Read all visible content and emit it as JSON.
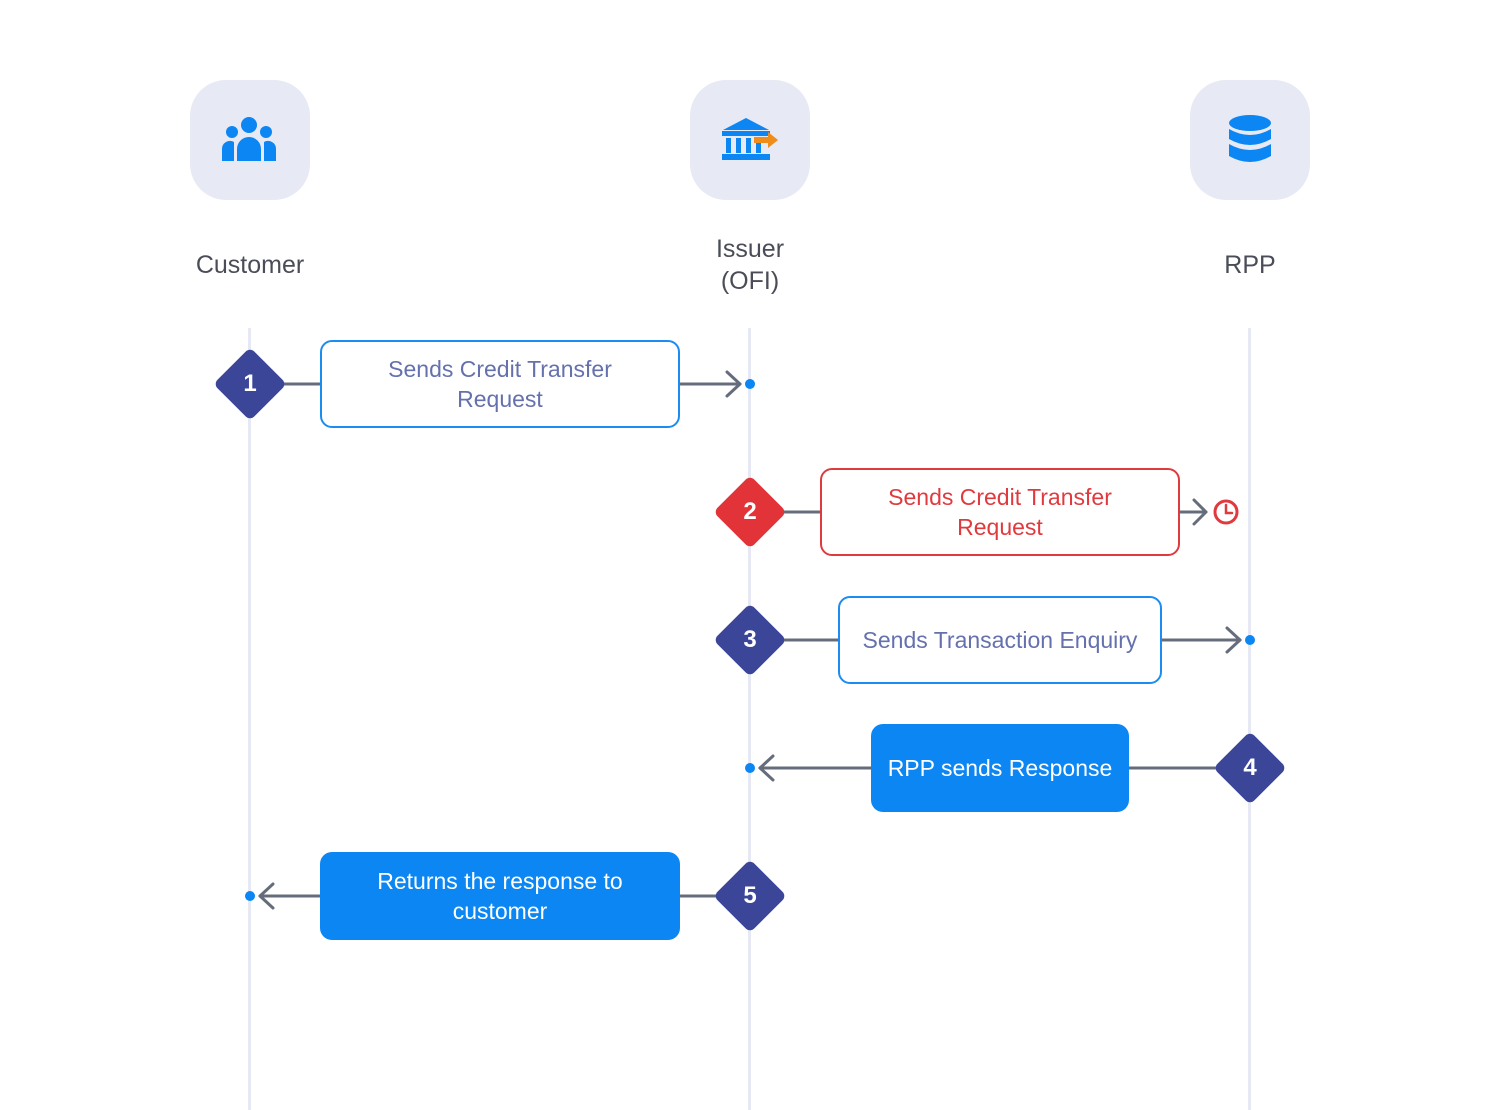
{
  "actors": {
    "customer": {
      "label": "Customer",
      "icon": "users-icon"
    },
    "issuer": {
      "label": "Issuer\n(OFI)",
      "icon": "bank-transfer-icon"
    },
    "rpp": {
      "label": "RPP",
      "icon": "database-icon"
    }
  },
  "steps": [
    {
      "number": "1",
      "label": "Sends Credit Transfer Request",
      "from": "Customer",
      "to": "Issuer (OFI)",
      "status": "normal"
    },
    {
      "number": "2",
      "label": "Sends Credit Transfer Request",
      "from": "Issuer (OFI)",
      "to": "RPP",
      "status": "timeout"
    },
    {
      "number": "3",
      "label": "Sends Transaction Enquiry",
      "from": "Issuer (OFI)",
      "to": "RPP",
      "status": "normal"
    },
    {
      "number": "4",
      "label": "RPP sends Response",
      "from": "RPP",
      "to": "Issuer (OFI)",
      "status": "response"
    },
    {
      "number": "5",
      "label": "Returns the response to customer",
      "from": "Issuer (OFI)",
      "to": "Customer",
      "status": "response"
    }
  ],
  "colors": {
    "accent": "#0b86f3",
    "step_marker": "#3c4699",
    "error": "#e03a3f",
    "icon_orange": "#f08c1a",
    "tile_bg": "#e7e9f4"
  }
}
